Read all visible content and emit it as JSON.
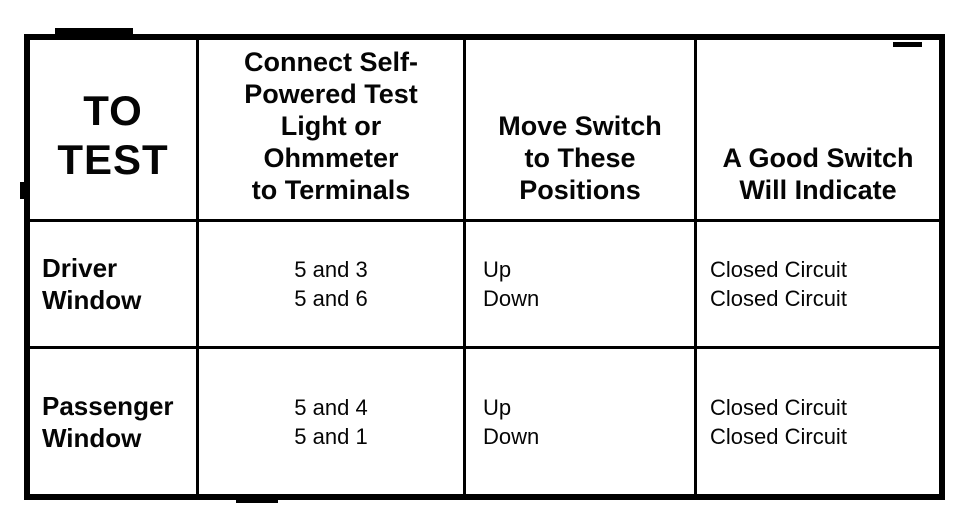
{
  "colors": {
    "ink": "#000000",
    "paper": "#ffffff"
  },
  "table": {
    "header": {
      "to_test": "TO\nTEST",
      "terminals": "Connect Self-\nPowered Test\nLight or\nOhmmeter\nto Terminals",
      "positions": "Move Switch\nto These\nPositions",
      "indication": "A Good Switch\nWill Indicate"
    },
    "rows": [
      {
        "test": "Driver\nWindow",
        "terminals": "5 and 3\n5 and 6",
        "positions": "Up\nDown",
        "indication": "Closed Circuit\nClosed Circuit"
      },
      {
        "test": "Passenger\nWindow",
        "terminals": "5 and 4\n5 and 1",
        "positions": "Up\nDown",
        "indication": "Closed Circuit\nClosed Circuit"
      }
    ]
  }
}
